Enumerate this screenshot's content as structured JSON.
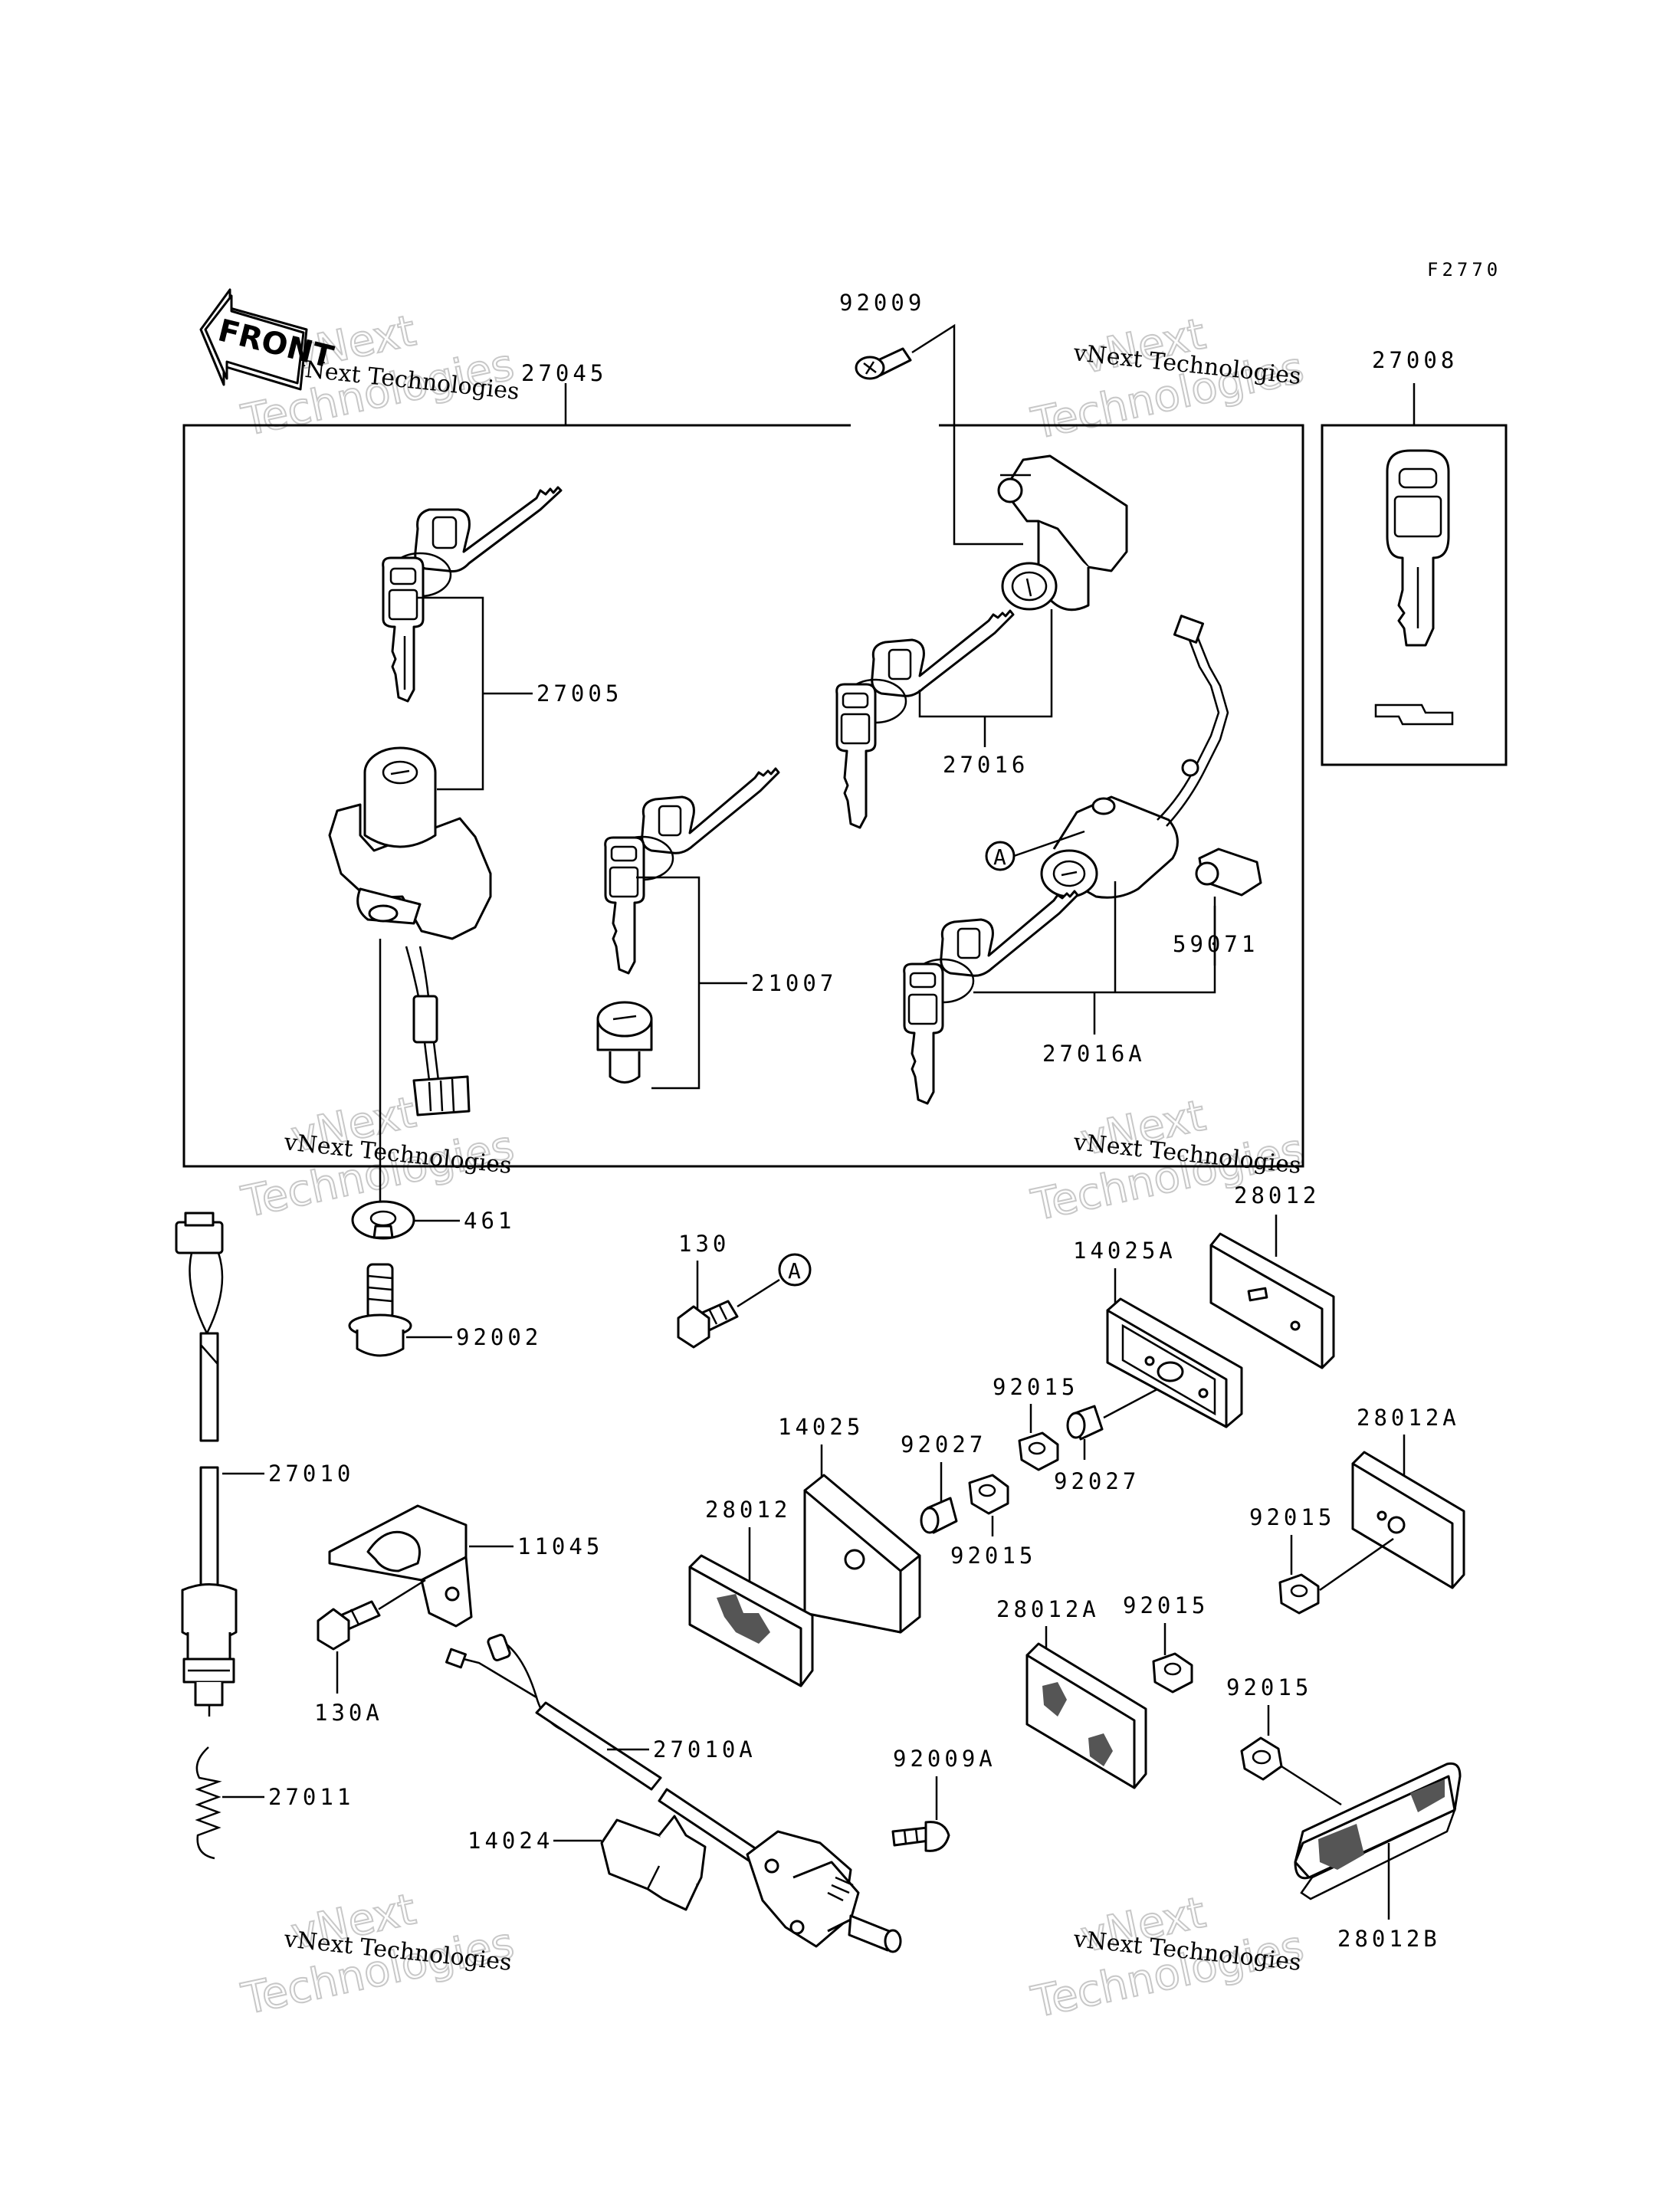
{
  "figure_code": "F2770",
  "front_label": "FRONT",
  "ref_marker": "A",
  "watermark": {
    "line1": "vNext",
    "line2": "Technologies",
    "caption": "vNext Technologies"
  },
  "labels": {
    "p27045": "27045",
    "p92009": "92009",
    "p27008": "27008",
    "p27005": "27005",
    "p27016": "27016",
    "p21007": "21007",
    "p59071": "59071",
    "p27016A": "27016A",
    "p461": "461",
    "p130": "130",
    "p92002": "92002",
    "p28012_top": "28012",
    "p14025A": "14025A",
    "p92015_a": "92015",
    "p28012A_right": "28012A",
    "p14025": "14025",
    "p92027_a": "92027",
    "p92027_b": "92027",
    "p27010": "27010",
    "p28012_mid": "28012",
    "p92015_b": "92015",
    "p92015_c": "92015",
    "p11045": "11045",
    "p28012A_mid": "28012A",
    "p92015_d": "92015",
    "p130A": "130A",
    "p92015_e": "92015",
    "p27010A": "27010A",
    "p27011": "27011",
    "p92009A": "92009A",
    "p14024": "14024",
    "p28012B": "28012B"
  }
}
